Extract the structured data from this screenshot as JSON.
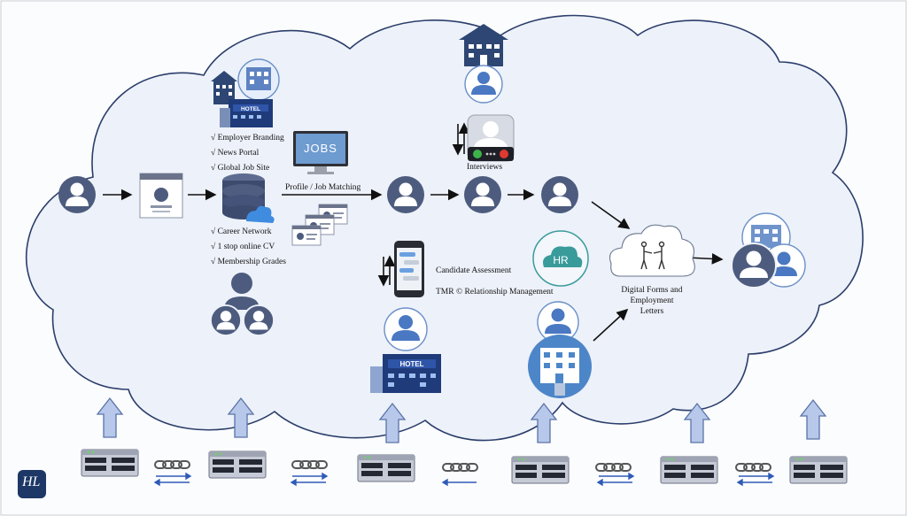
{
  "left_top_checklist": [
    "√ Employer Branding",
    "√ News Portal",
    "√ Global Job Site"
  ],
  "left_bottom_checklist": [
    "√ Career Network",
    "√ 1 stop online CV",
    "√ Membership Grades"
  ],
  "jobs_screen_label": "JOBS",
  "hotel_sign_label": "HOTEL",
  "profile_job_matching_label": "Profile / Job  Matching",
  "interviews_label": "Interviews",
  "candidate_assessment_label": "Candidate Assessment",
  "relationship_management_label": "TMR © Relationship Management",
  "hr_badge_label": "HR",
  "digital_forms_label": "Digital Forms and\nEmployment\nLetters",
  "logo_text": "HL",
  "colors": {
    "cloud_fill": "#edf1f9",
    "cloud_stroke": "#2b3e6b",
    "avatar": "#4d5c7e",
    "arrow_up": "#b7c8ea",
    "arrow_up_stroke": "#5a73a8",
    "small_arrow": "#2f5bb7",
    "logo_bg": "#1d3766"
  },
  "icons": {
    "person": "person-silhouette-icon",
    "building": "office-building-icon",
    "database": "cloud-database-icon",
    "server": "blockchain-server-icon",
    "chain": "chain-link-icon",
    "phone": "smartphone-chat-icon",
    "handshake": "handshake-cloud-icon"
  }
}
